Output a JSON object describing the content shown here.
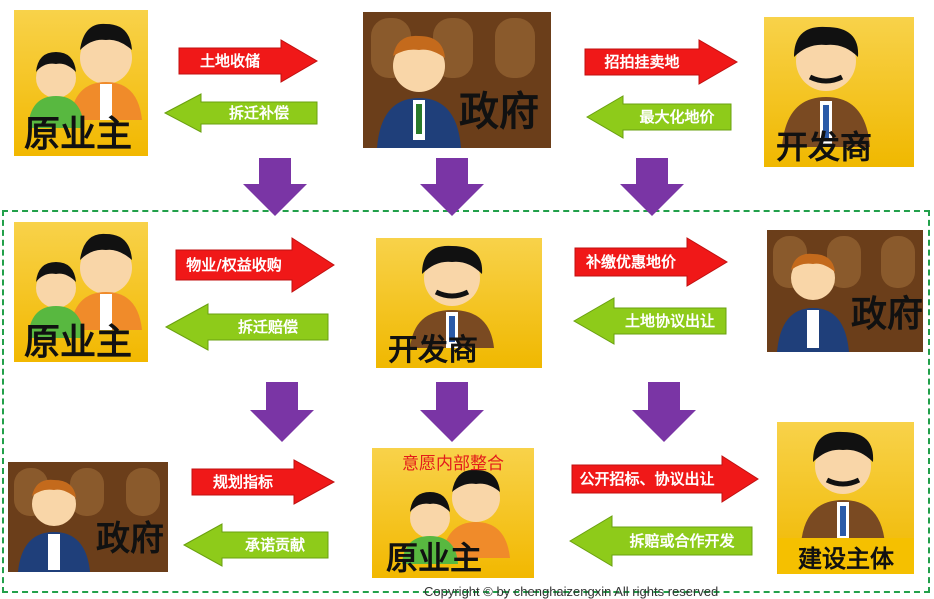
{
  "row1": {
    "left_card": "原业主",
    "center_card": "政府",
    "right_card": "开发商",
    "arrow_lr_top": "土地收储",
    "arrow_rl_top": "拆迁补偿",
    "arrow_lr_right_top": "招拍挂卖地",
    "arrow_rl_right_top": "最大化地价"
  },
  "row2": {
    "left_card": "原业主",
    "center_card": "开发商",
    "right_card": "政府",
    "arrow_lr_top": "物业/权益收购",
    "arrow_rl_top": "拆迁赔偿",
    "arrow_lr_right_top": "补缴优惠地价",
    "arrow_rl_right_top": "土地协议出让"
  },
  "row3": {
    "left_card": "政府",
    "center_card": "原业主",
    "center_overlay": "意愿内部整合",
    "right_badge": "建设主体",
    "arrow_lr_top": "规划指标",
    "arrow_rl_top": "承诺贡献",
    "arrow_lr_right_top": "公开招标、协议出让",
    "arrow_rl_right_top": "拆赔或合作开发"
  },
  "copyright": "Copyright © by chenghaizengxin All rights reserved",
  "colors": {
    "red_arrow": "#f01818",
    "green_arrow": "#8ecb1a",
    "purple_arrow": "#7a35a5",
    "dashed_border": "#22a04a",
    "card_yellow": "#f5c000"
  }
}
